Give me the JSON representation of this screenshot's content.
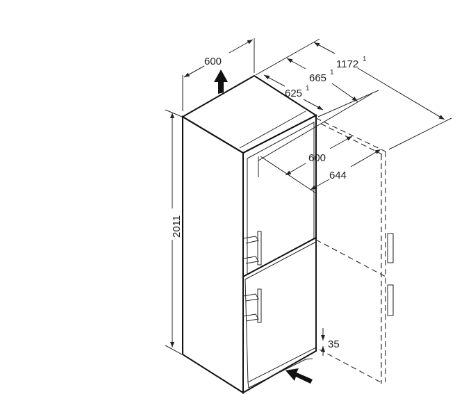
{
  "dimensions": {
    "width_top": "600",
    "height": "2011",
    "depth_625": "625",
    "depth_665": "665",
    "depth_open": "1172",
    "footnote_mark": "1",
    "depth_600": "600",
    "depth_644": "644",
    "plinth": "35"
  },
  "icons": [
    "arrow-up-icon",
    "airflow-arrow-icon"
  ]
}
